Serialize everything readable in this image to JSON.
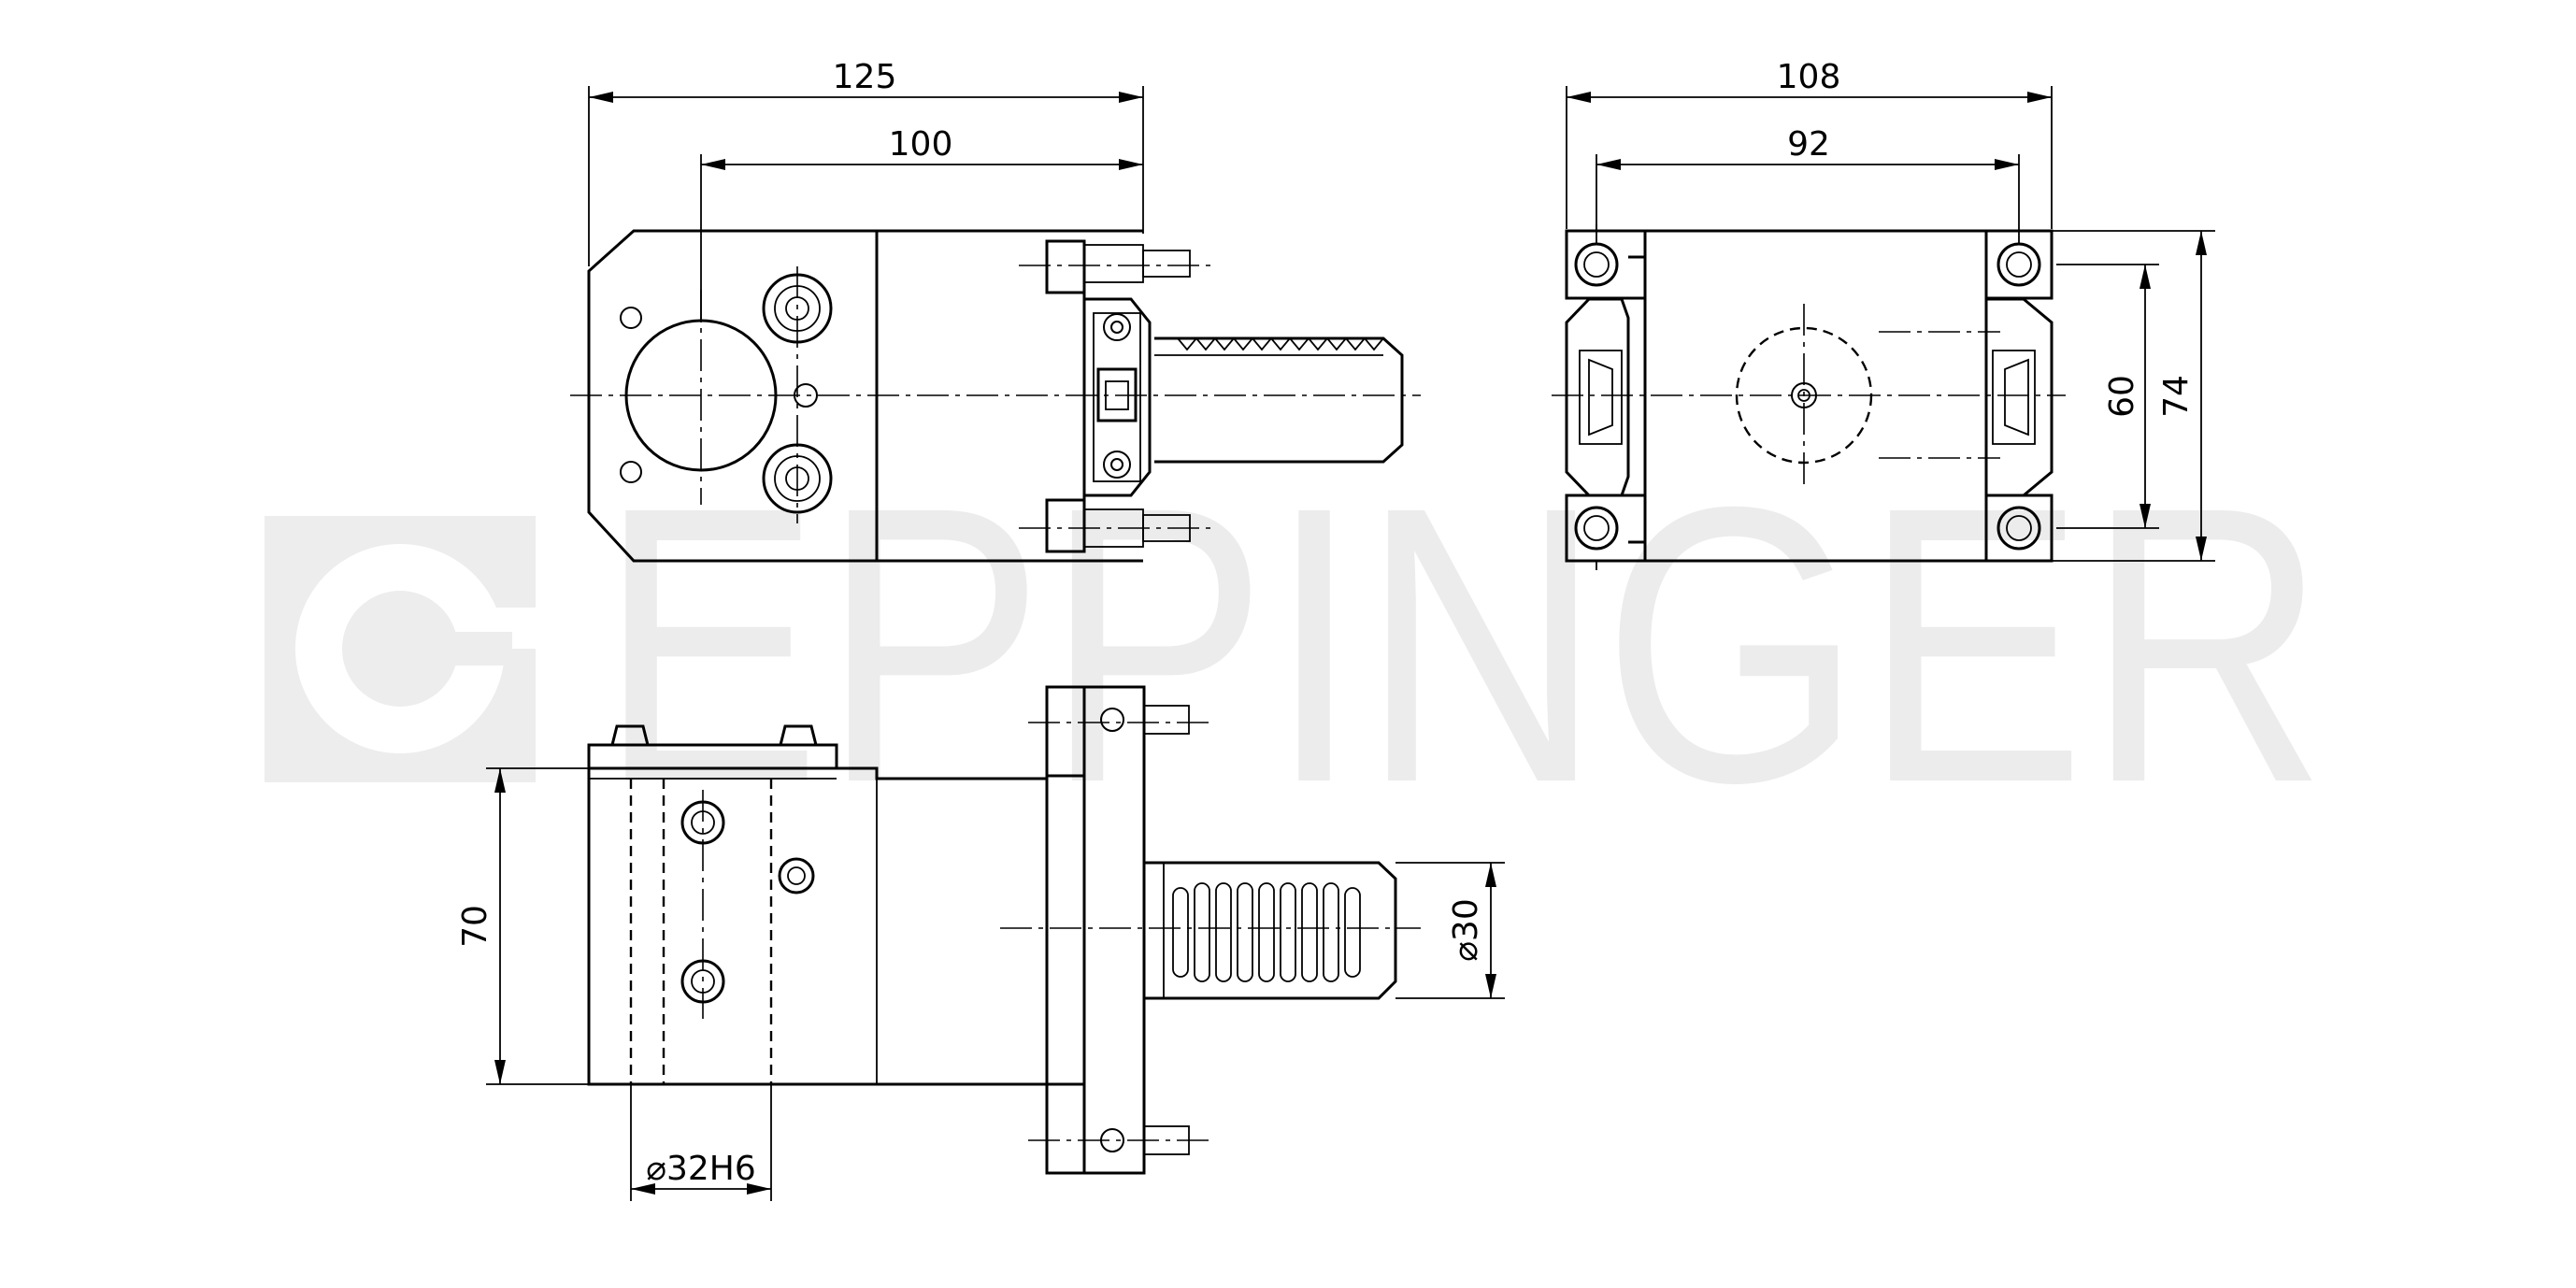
{
  "watermark": {
    "brand": "EPPINGER"
  },
  "dimensions": {
    "front_width_total": "125",
    "front_width_inner": "100",
    "side_width_total": "108",
    "side_width_inner": "92",
    "side_height_inner": "60",
    "side_height_total": "74",
    "top_height": "70",
    "top_bore": "⌀32H6",
    "top_shank": "⌀30"
  },
  "colors": {
    "line": "#000000",
    "watermark": "#ececec",
    "background": "#ffffff"
  }
}
